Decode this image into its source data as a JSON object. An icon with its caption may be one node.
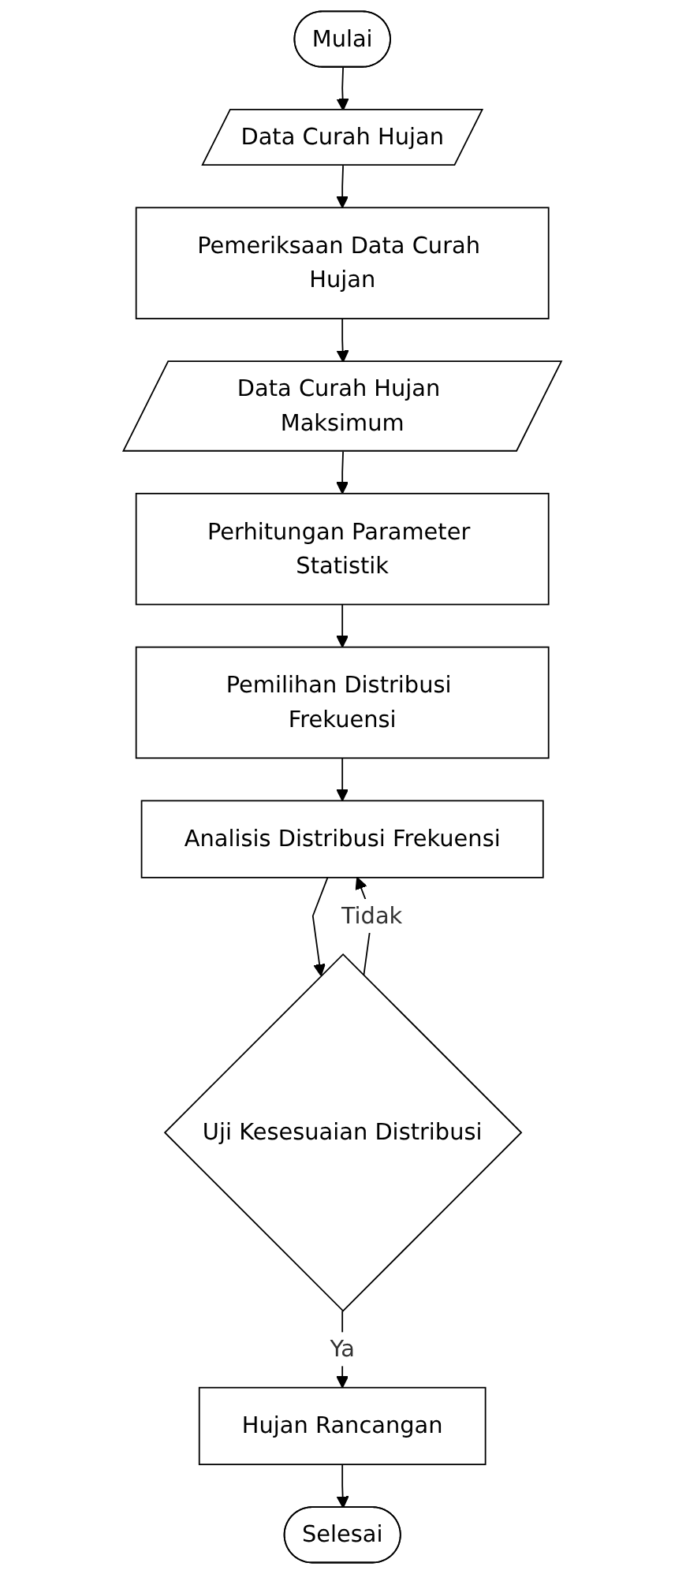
{
  "diagram": {
    "nodes": [
      {
        "text": [
          "Mulai"
        ]
      },
      {
        "text": [
          "Data Curah Hujan"
        ]
      },
      {
        "text": [
          "Pemeriksaan Data Curah Hujan"
        ]
      },
      {
        "text": [
          "Data Curah Hujan Maksimum"
        ]
      },
      {
        "text": [
          "Perhitungan Parameter Statistik"
        ]
      },
      {
        "text": [
          "Pemilihan Distribusi Frekuensi"
        ]
      },
      {
        "text": [
          "Analisis Distribusi Frekuensi"
        ]
      },
      {
        "text": [
          "Uji Kesesuaian Distribusi"
        ]
      },
      {
        "text": [
          "Hujan Rancangan"
        ]
      },
      {
        "text": [
          "Selesai"
        ]
      }
    ],
    "edges": [
      {
        "from": 0,
        "to": 1,
        "arrow": "to"
      },
      {
        "from": 1,
        "to": 2,
        "arrow": "to"
      },
      {
        "from": 2,
        "to": 3,
        "arrow": "to"
      },
      {
        "from": 3,
        "to": 4,
        "arrow": "to"
      },
      {
        "from": 4,
        "to": 5,
        "arrow": "to"
      },
      {
        "from": 5,
        "to": 6,
        "arrow": "to"
      },
      {
        "from": 6,
        "to": 7,
        "arrow": "to"
      },
      {
        "from": 7,
        "to": 6,
        "arrow": "to",
        "label": "Tidak"
      },
      {
        "from": 7,
        "to": 8,
        "arrow": "to",
        "label": "Ya"
      },
      {
        "from": 8,
        "to": 9,
        "arrow": "to"
      }
    ]
  }
}
